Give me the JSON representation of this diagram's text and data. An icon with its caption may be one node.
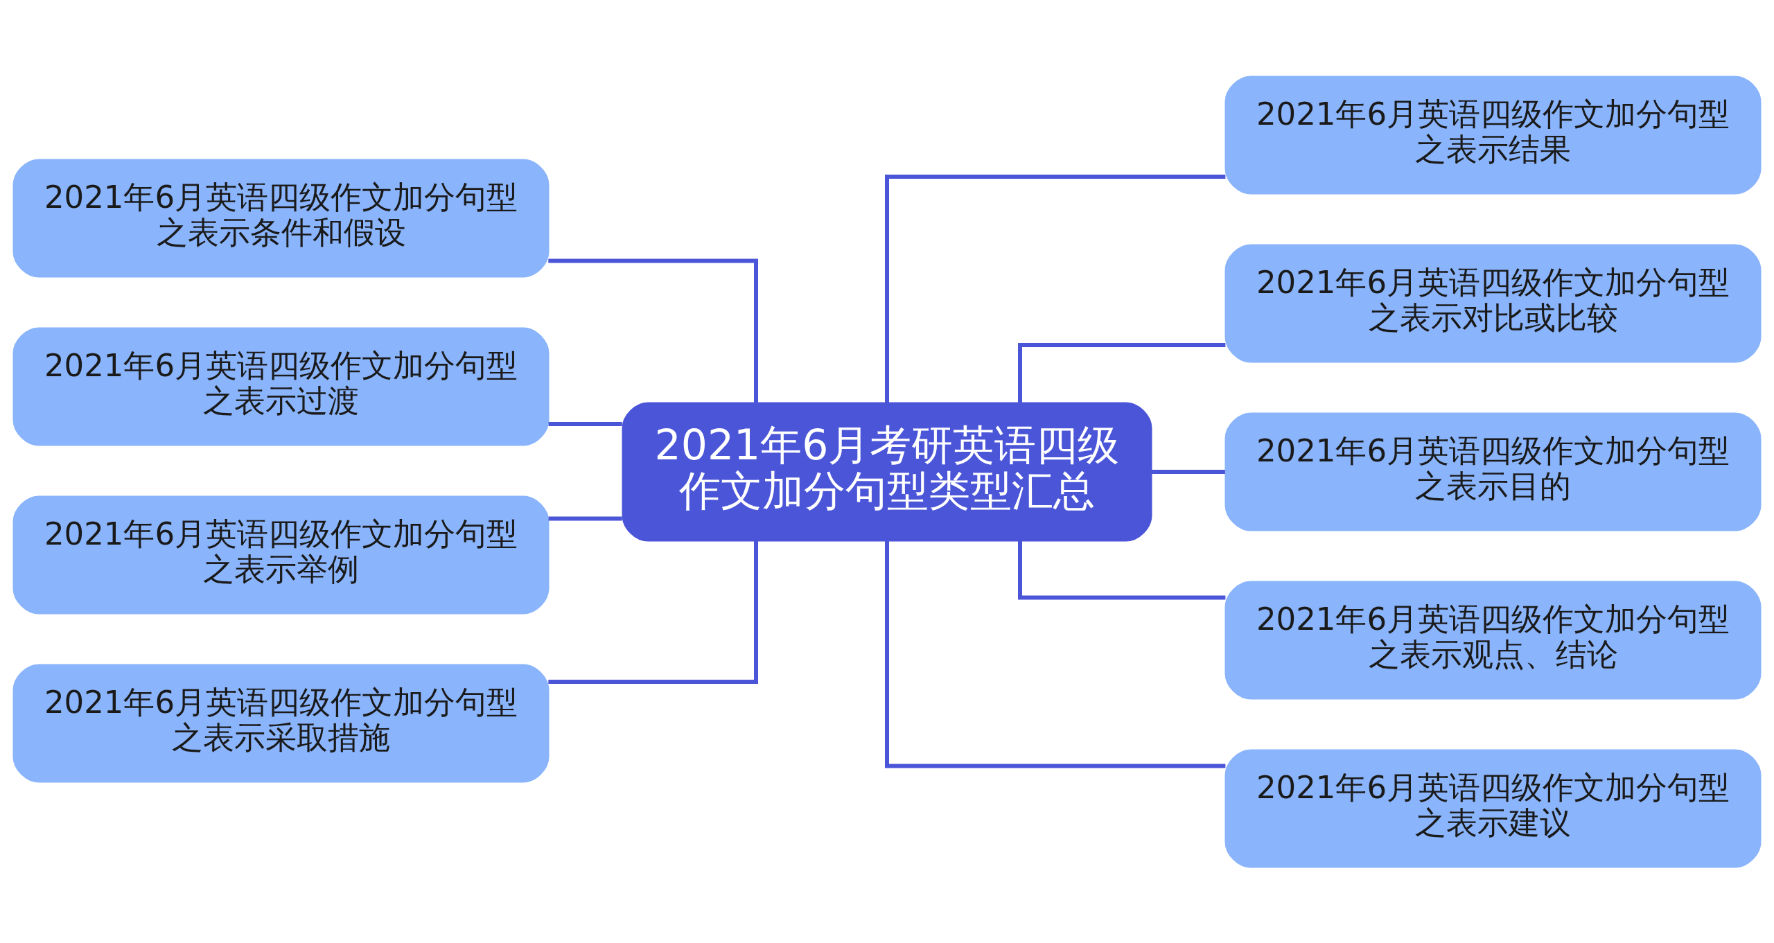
{
  "diagram": {
    "nodes": [
      {
        "text": [
          "2021年6月考研英语四级作文加分句型类型汇总"
        ]
      },
      {
        "text": [
          "2021年6月英语四级作文加分句型之表示条件和假设"
        ]
      },
      {
        "text": [
          "2021年6月英语四级作文加分句型之表示过渡"
        ]
      },
      {
        "text": [
          "2021年6月英语四级作文加分句型之表示举例"
        ]
      },
      {
        "text": [
          "2021年6月英语四级作文加分句型之表示采取措施"
        ]
      },
      {
        "text": [
          "2021年6月英语四级作文加分句型之表示结果"
        ]
      },
      {
        "text": [
          "2021年6月英语四级作文加分句型之表示对比或比较"
        ]
      },
      {
        "text": [
          "2021年6月英语四级作文加分句型之表示目的"
        ]
      },
      {
        "text": [
          "2021年6月英语四级作文加分句型之表示观点、结论"
        ]
      },
      {
        "text": [
          "2021年6月英语四级作文加分句型之表示建议"
        ]
      }
    ],
    "edges": [
      {
        "from": 0,
        "to": 1,
        "arrow": "none"
      },
      {
        "from": 0,
        "to": 2,
        "arrow": "none"
      },
      {
        "from": 0,
        "to": 3,
        "arrow": "none"
      },
      {
        "from": 0,
        "to": 4,
        "arrow": "none"
      },
      {
        "from": 0,
        "to": 5,
        "arrow": "none"
      },
      {
        "from": 0,
        "to": 6,
        "arrow": "none"
      },
      {
        "from": 0,
        "to": 7,
        "arrow": "none"
      },
      {
        "from": 0,
        "to": 8,
        "arrow": "none"
      },
      {
        "from": 0,
        "to": 9,
        "arrow": "none"
      }
    ]
  }
}
